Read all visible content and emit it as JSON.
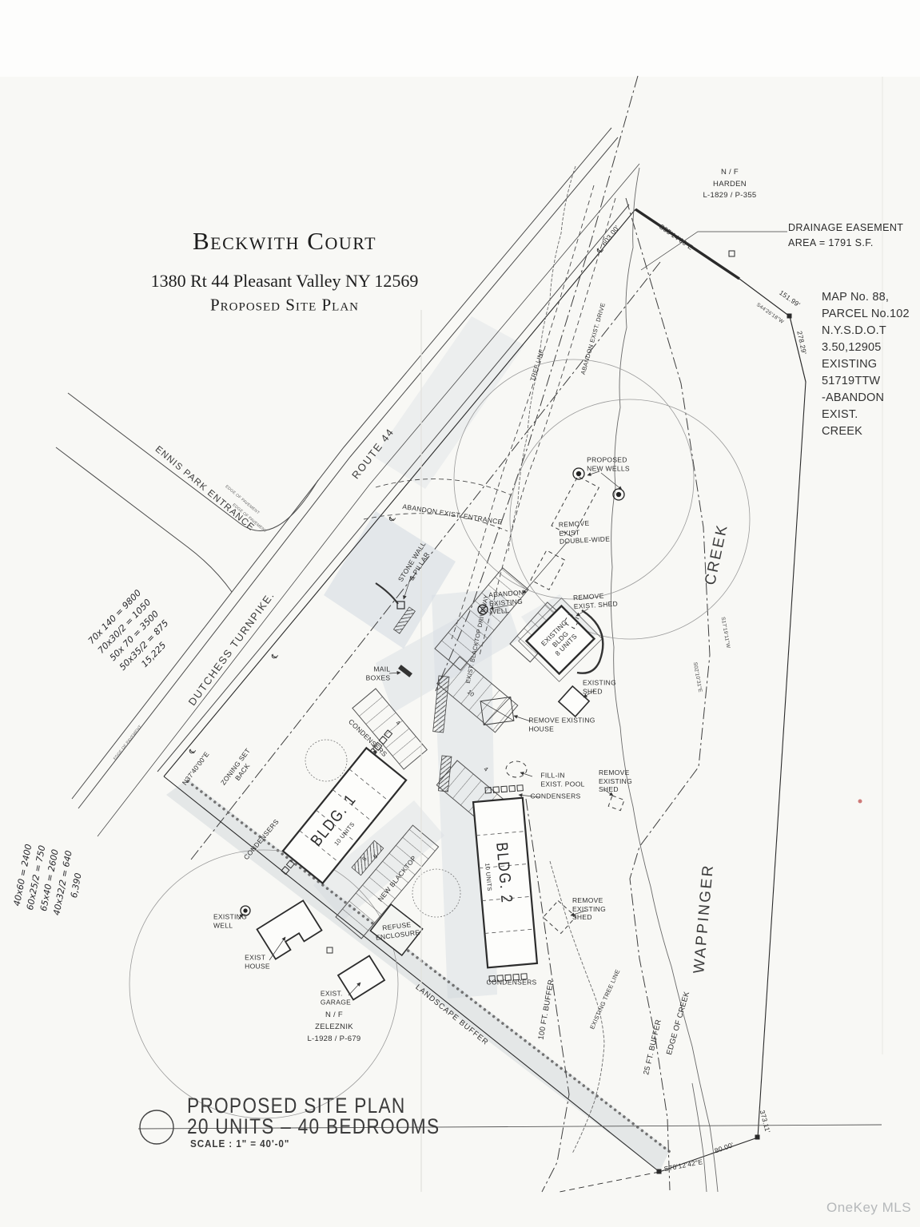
{
  "page": {
    "bg": "#f8f8f5",
    "ink": "#2d2d2d",
    "shade": "#d8dee3"
  },
  "title_block": {
    "name": "Beckwith Court",
    "address": "1380 Rt 44 Pleasant Valley NY 12569",
    "subtitle": "Proposed Site Plan"
  },
  "corner_notes": {
    "harden": "N / F\nHARDEN\nL-1829 / P-355",
    "drainage": "DRAINAGE EASEMENT\nAREA = 1791 S.F.",
    "map_note": "MAP No. 88,\nPARCEL No.102\nN.Y.S.D.O.T\n3.50,12905\nEXISTING\n51719TTW\n-ABANDON\nEXIST.\nCREEK",
    "zeleznik": "N / F\nZELEZNIK\nL-1928 / P-679"
  },
  "roads": {
    "route44": "ROUTE 44",
    "dutchess": "DUTCHESS TURNPIKE.",
    "ennis": "ENNIS PARK ENTRANCE",
    "edge_of_pavement": "EDGE OF PAVEMENT",
    "centerline_symbol": "℄"
  },
  "features": {
    "proposed_new_wells": "PROPOSED\nNEW WELLS",
    "remove_double_wide": "REMOVE\nEXIST\nDOUBLE-WIDE",
    "tree_line": "TREE LINE",
    "abandon_drive": "ABANDON EXIST. DRIVE",
    "abandon_entrance": "ABANDON EXIST. ENTRANCE",
    "stone_wall": "STONE WALL\n& PILLAR",
    "abandon_well": "ABANDON\nEXISTING\nWELL",
    "blacktop_driveway": "EXIST. BLACKTOP DRIVEWAY",
    "remove_shed": "REMOVE\nEXIST. SHED",
    "existing_shed": "EXISTING\nSHED",
    "mail_boxes": "MAIL\nBOXES",
    "condensers": "CONDENSERS",
    "remove_house": "REMOVE EXISTING\nHOUSE",
    "fill_pool": "FILL-IN\nEXIST. POOL",
    "remove_shed2": "REMOVE\nEXISTING\nSHED",
    "zoning": "ZONING SET\nBACK",
    "new_blacktop": "NEW BLACKTOP",
    "refuse": "REFUSE\nENCLOSURE",
    "existing_well": "EXISTING\nWELL",
    "exist_house": "EXIST\nHOUSE",
    "exist_garage": "EXIST.\nGARAGE",
    "landscape_buffer": "LANDSCAPE BUFFER",
    "buffer100": "100 FT. BUFFER",
    "buffer25": "25 FT. BUFFER",
    "edge_creek": "EDGE OF CREEK",
    "exist_treeline": "EXISTING TREE LINE",
    "wappinger": "WAPPINGER",
    "creek": "CREEK"
  },
  "buildings": {
    "bldg1": "BLDG. 1",
    "bldg1_units": "10 UNITS",
    "bldg2": "BLDG. 2",
    "bldg2_units": "10 UNITS",
    "existing_bldg": "EXISTING\nBLDG\n8 UNITS"
  },
  "bearings": {
    "n3740": "N37'40'00\"E",
    "s5514": "S55'14'00\"E",
    "d603": "603.00'",
    "d15199": "151.99'",
    "s4426": "S44'26'18\"W",
    "d27829": "278.29'",
    "s1719": "S17'19'11\"W",
    "s0210": "S02'10'31\"E",
    "d37311": "373.11'",
    "d80": "80.00'",
    "s7012": "S70'12'42\"E"
  },
  "stall_counts": {
    "a": "4",
    "b": "10",
    "c": "4",
    "d": "8",
    "e": "9"
  },
  "handwritten": {
    "upper": "70x 140 = 9800\n70x30/2 = 1050\n50x 70 = 3500\n50x35/2 = 875\n15,225",
    "lower": "40x60 = 2400\n60x25/2 = 750\n65x40 = 2600\n40x32/2 = 640\n6,390"
  },
  "footer": {
    "line1": "PROPOSED SITE PLAN",
    "line2": "20 UNITS – 40 BEDROOMS",
    "scale": "SCALE : 1\" = 40'-0\""
  },
  "watermark": "OneKey MLS"
}
